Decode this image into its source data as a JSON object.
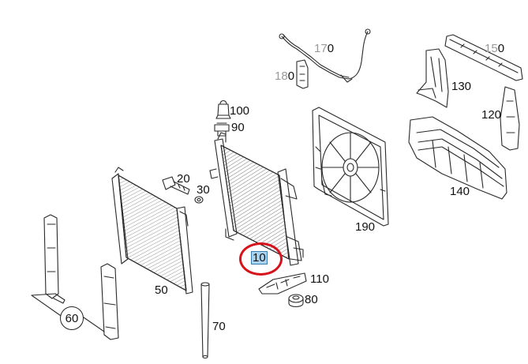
{
  "colors": {
    "line": "#2a2a2a",
    "highlight_fill": "#a8d4ef",
    "highlight_border": "#3a7fb0",
    "ring": "#d6121b",
    "muted_label": "#9a9a9a"
  },
  "parts": [
    {
      "id": "p170",
      "prefix": "",
      "dim": "17",
      "tail": "0",
      "name": "part-label-170"
    },
    {
      "id": "p180",
      "prefix": "",
      "dim": "18",
      "tail": "0",
      "name": "part-label-180"
    },
    {
      "id": "p150",
      "prefix": "",
      "dim": "15",
      "tail": "0",
      "name": "part-label-150"
    },
    {
      "id": "p130",
      "text": "130",
      "name": "part-label-130"
    },
    {
      "id": "p120",
      "text": "120",
      "name": "part-label-120"
    },
    {
      "id": "p140",
      "text": "140",
      "name": "part-label-140"
    },
    {
      "id": "p100",
      "text": "100",
      "name": "part-label-100"
    },
    {
      "id": "p90",
      "text": "90",
      "name": "part-label-90"
    },
    {
      "id": "p20",
      "text": "20",
      "name": "part-label-20"
    },
    {
      "id": "p30",
      "text": "30",
      "name": "part-label-30"
    },
    {
      "id": "p190",
      "text": "190",
      "name": "part-label-190"
    },
    {
      "id": "p10",
      "text": "10",
      "name": "part-label-10",
      "highlighted": true
    },
    {
      "id": "p110",
      "text": "110",
      "name": "part-label-110"
    },
    {
      "id": "p80",
      "text": "80",
      "name": "part-label-80"
    },
    {
      "id": "p50",
      "text": "50",
      "name": "part-label-50"
    },
    {
      "id": "p70",
      "text": "70",
      "name": "part-label-70"
    },
    {
      "id": "p60",
      "text": "60",
      "name": "part-label-60",
      "circled": true
    }
  ]
}
